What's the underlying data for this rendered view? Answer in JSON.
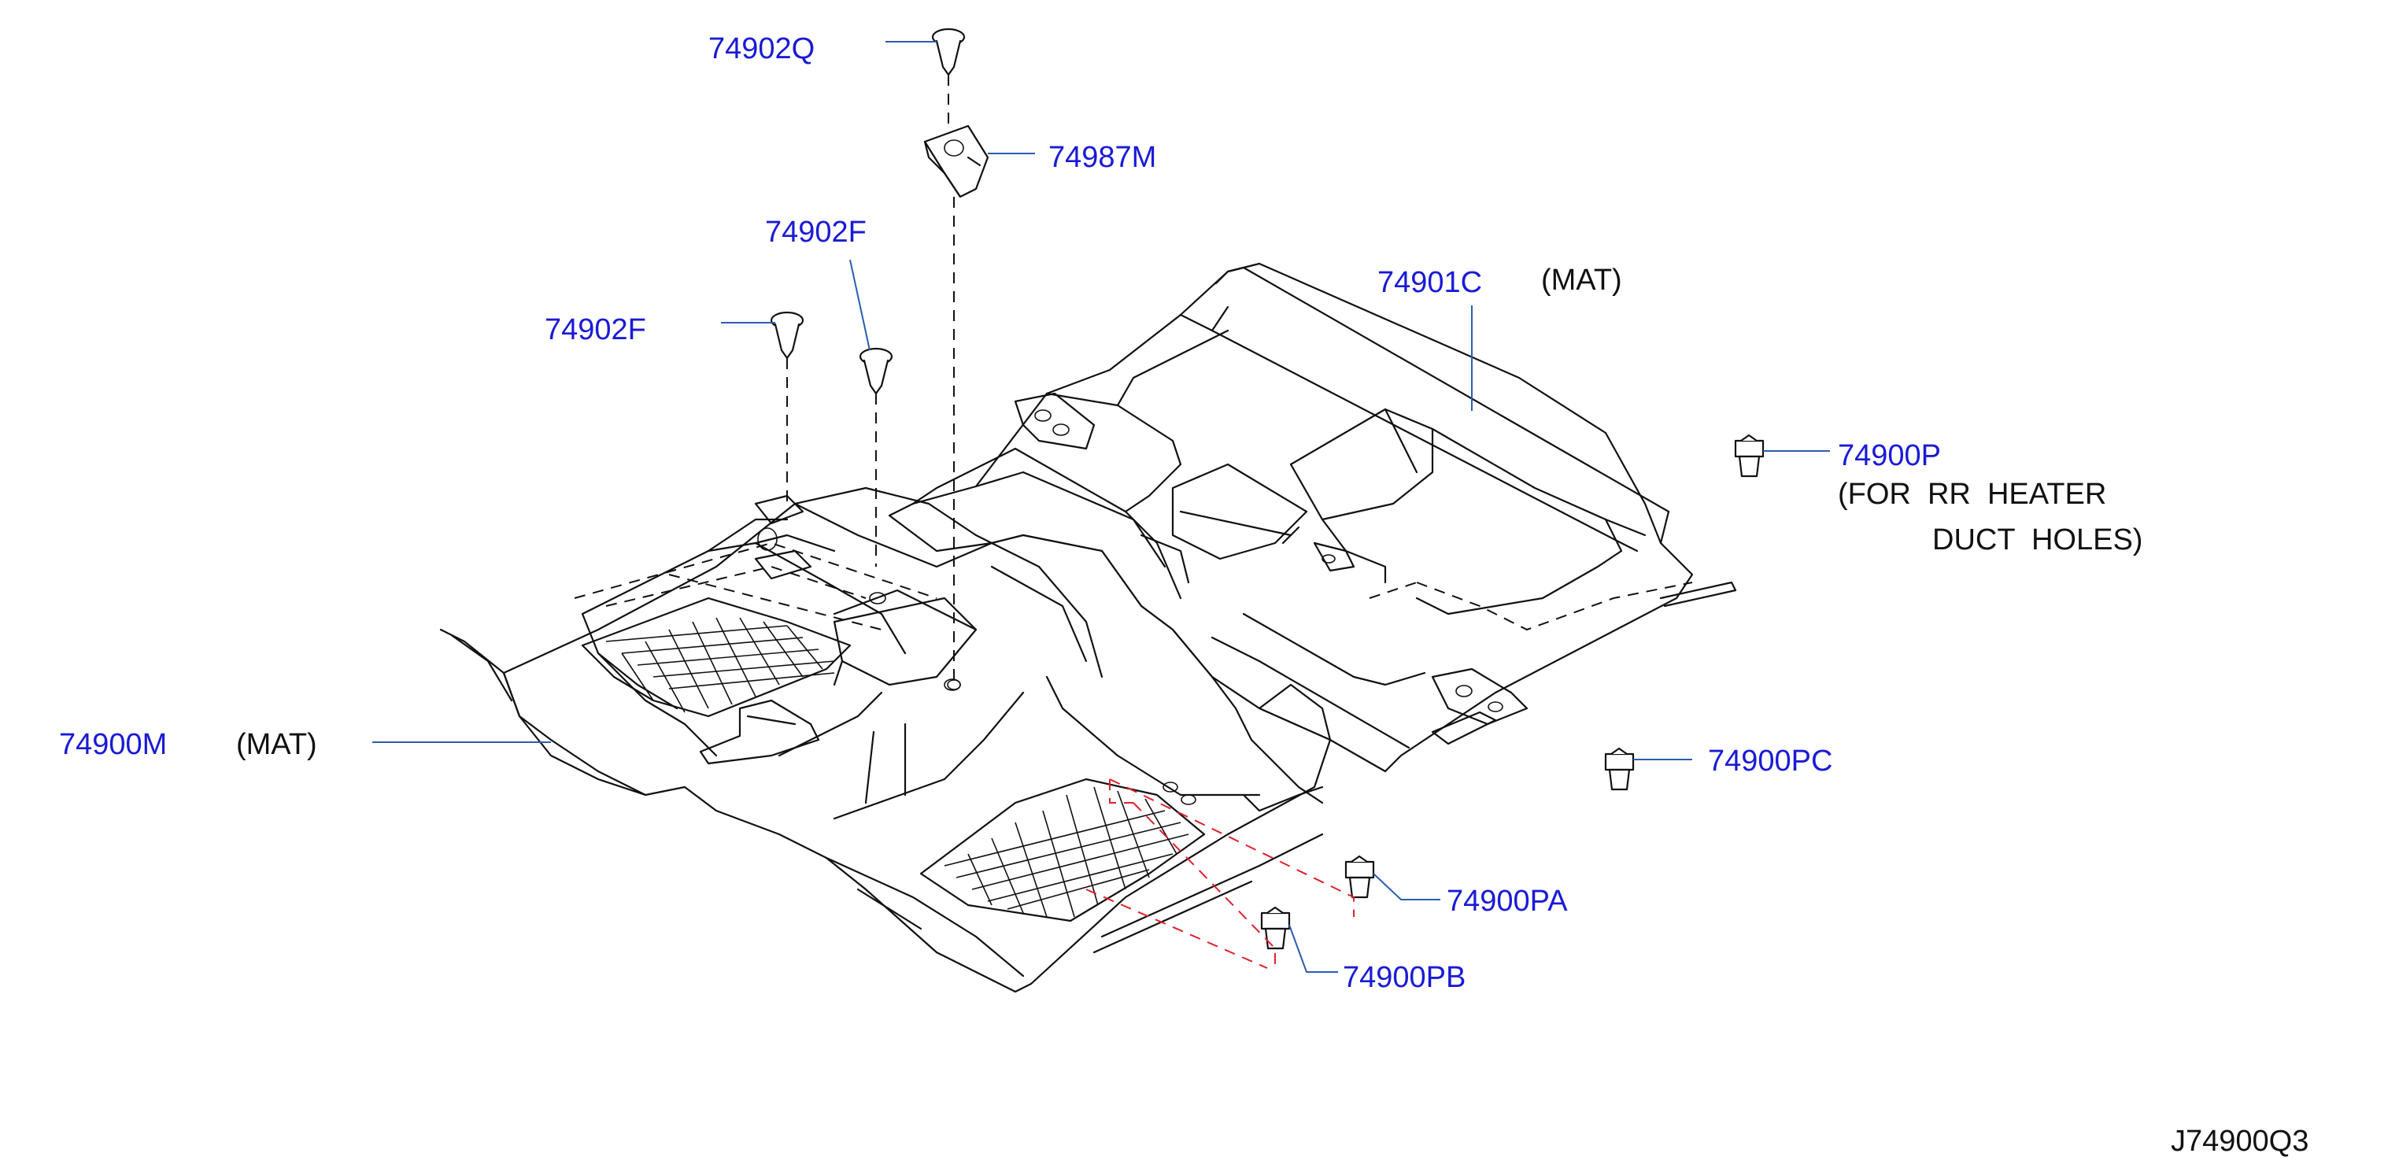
{
  "diagram": {
    "parts": {
      "p74902Q": "74902Q",
      "p74987M": "74987M",
      "p74902F_upper": "74902F",
      "p74902F_lower": "74902F",
      "p74901C": "74901C",
      "p74900P": "74900P",
      "p74900M": "74900M",
      "p74900PC": "74900PC",
      "p74900PA": "74900PA",
      "p74900PB": "74900PB"
    },
    "notes": {
      "mat_rear": "(MAT)",
      "mat_front": "(MAT)",
      "heater_line1": "(FOR  RR  HEATER",
      "heater_line2": "DUCT  HOLES)"
    },
    "drawing_code": "J74900Q3",
    "colors": {
      "part_number": "#1a1ad6",
      "leader": "#2a5db0",
      "line": "#111111",
      "clip_path": "#e0202a"
    }
  }
}
